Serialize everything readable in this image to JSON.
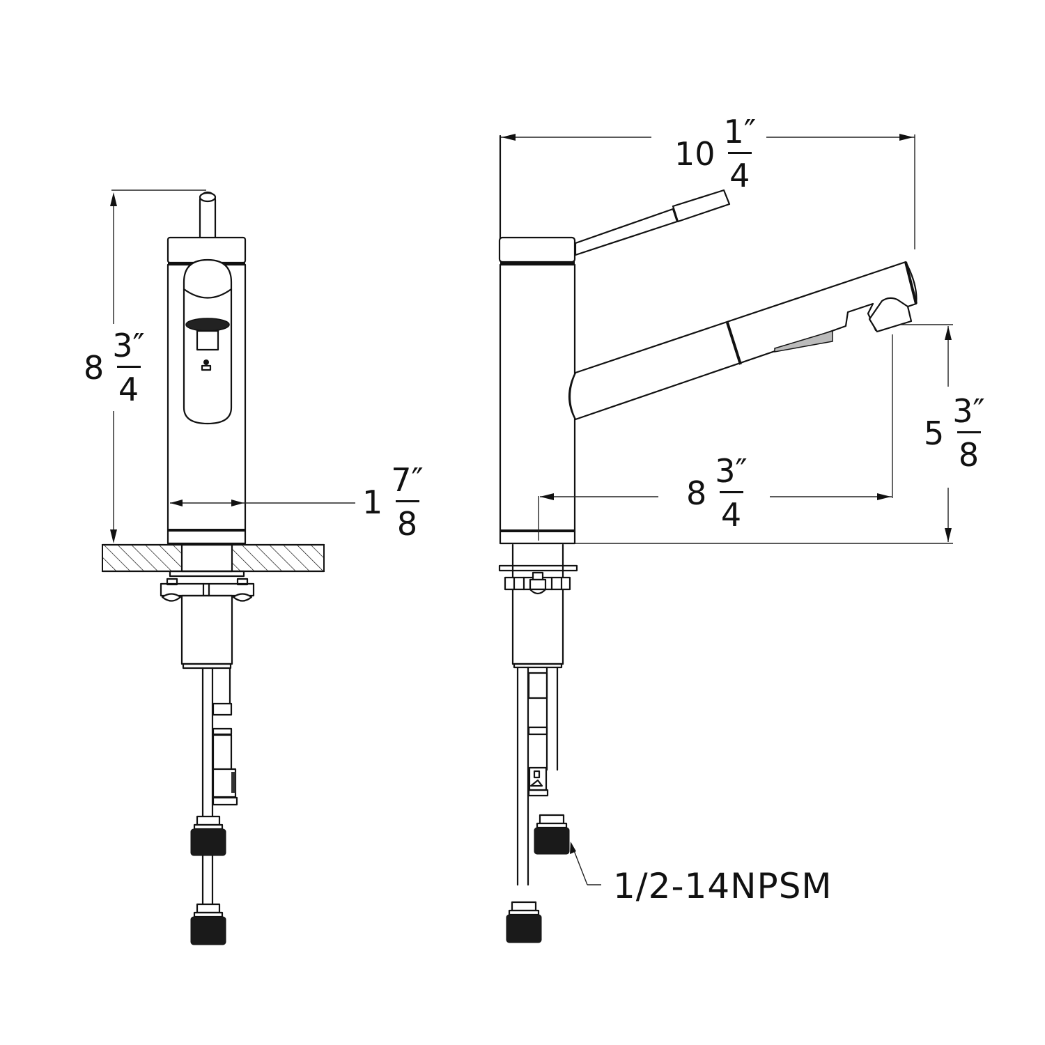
{
  "drawing": {
    "subject": "Single-handle pull-out kitchen faucet dimension drawing",
    "views": [
      {
        "name": "front-view",
        "label": ""
      },
      {
        "name": "side-view",
        "label": ""
      }
    ],
    "line_color": "#111111",
    "background": "#ffffff"
  },
  "dimensions": {
    "overall_height": {
      "whole": "8",
      "numerator": "3″",
      "denominator": "4",
      "value_in": 8.75
    },
    "base_diameter": {
      "whole": "1",
      "numerator": "7″",
      "denominator": "8",
      "value_in": 1.875
    },
    "overall_reach": {
      "whole": "10",
      "numerator": "1″",
      "denominator": "4",
      "value_in": 10.25
    },
    "spout_reach": {
      "whole": "8",
      "numerator": "3″",
      "denominator": "4",
      "value_in": 8.75
    },
    "spout_height": {
      "whole": "5",
      "numerator": "3″",
      "denominator": "8",
      "value_in": 5.375
    }
  },
  "callouts": {
    "supply_thread": "1/2-14NPSM"
  }
}
